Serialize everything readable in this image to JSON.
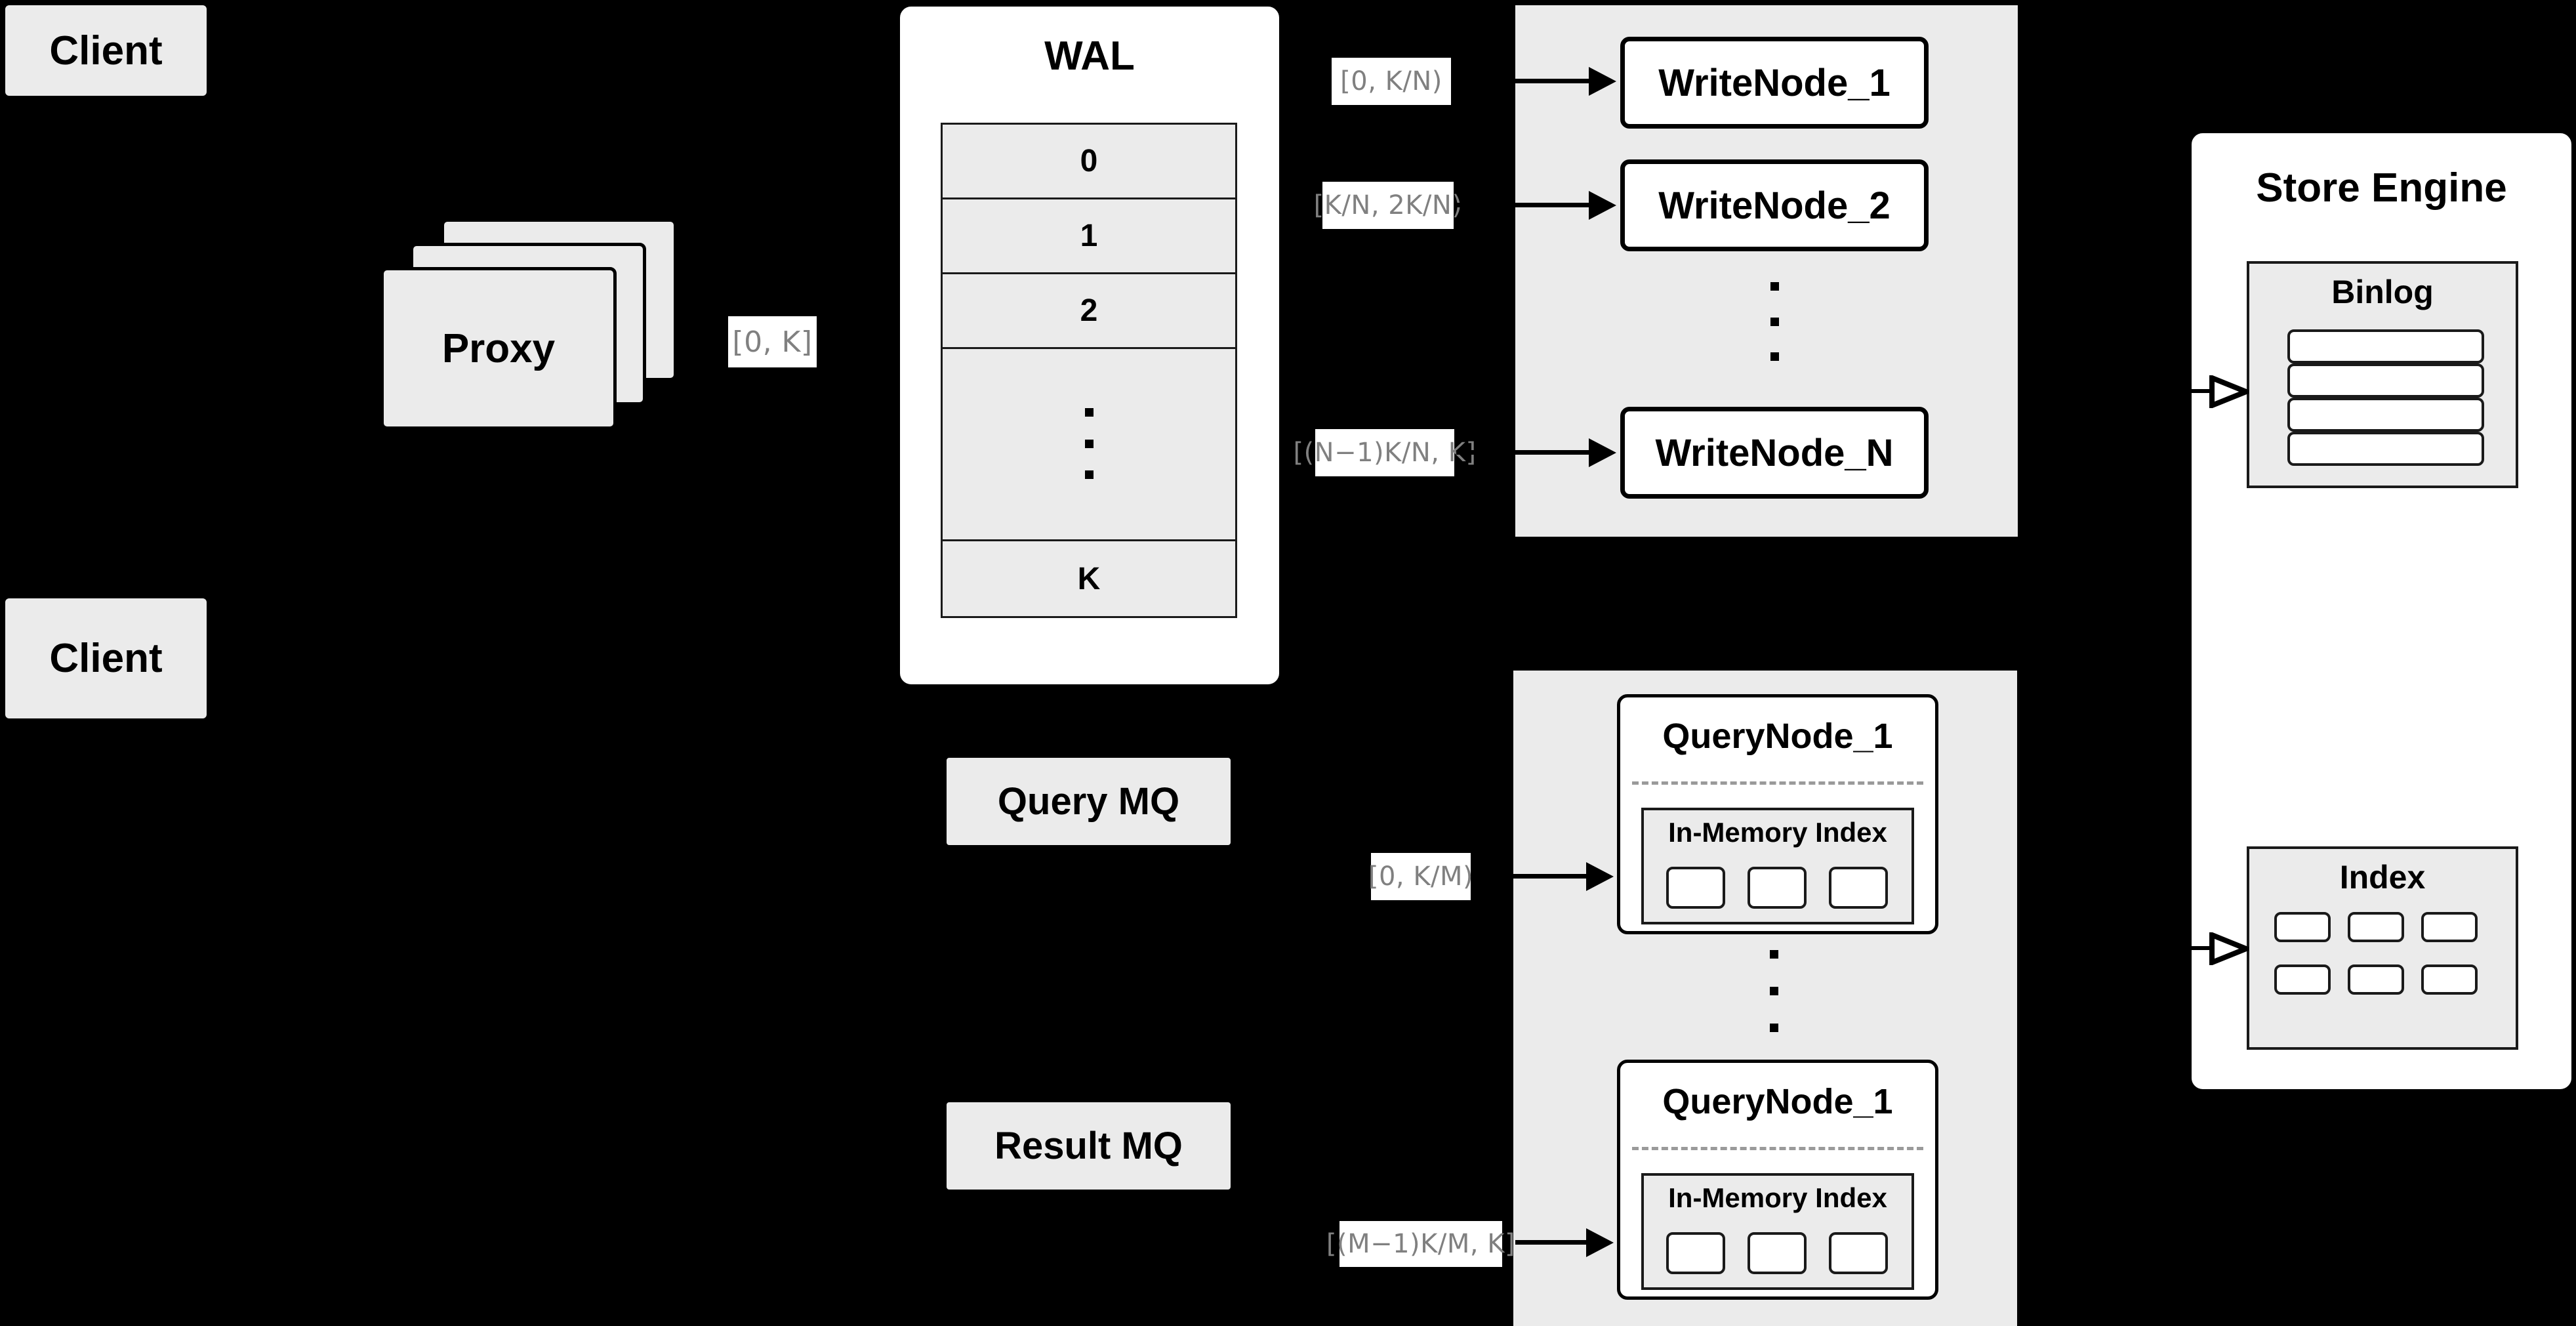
{
  "colors": {
    "background": "#000000",
    "card_fill": "#ebebeb",
    "panel_fill": "#ffffff",
    "stroke": "#000000",
    "label_text": "#808080",
    "label_bg": "#ffffff",
    "dashed_separator": "#9a9a9a"
  },
  "clients": [
    {
      "label": "Client"
    },
    {
      "label": "Client"
    }
  ],
  "proxy": {
    "label": "Proxy",
    "stack_count": 3,
    "output_interval": "[0, K]"
  },
  "wal": {
    "title": "WAL",
    "rows": [
      "0",
      "1",
      "2",
      "",
      "K"
    ],
    "ellipsis_row_index": 3,
    "ellipsis_dots": 3
  },
  "message_queues": [
    {
      "label": "Query MQ"
    },
    {
      "label": "Result MQ"
    }
  ],
  "write_group": {
    "nodes": [
      {
        "label": "WriteNode_1",
        "interval": "[0,  K/N)"
      },
      {
        "label": "WriteNode_2",
        "interval": "[K/N, 2K/N)"
      },
      {
        "label": "WriteNode_N",
        "interval": "[(N−1)K/N,  K]"
      }
    ],
    "ellipsis_dots": 3
  },
  "query_group": {
    "nodes": [
      {
        "label": "QueryNode_1",
        "interval": "[0, K/M)",
        "index": {
          "label": "In-Memory Index",
          "segments": [
            "",
            "",
            ""
          ]
        }
      },
      {
        "label": "QueryNode_1",
        "interval": "[(M−1)K/M, K]",
        "index": {
          "label": "In-Memory Index",
          "segments": [
            "",
            "",
            ""
          ]
        }
      }
    ],
    "ellipsis_dots": 3
  },
  "store_engine": {
    "title": "Store Engine",
    "binlog": {
      "title": "Binlog",
      "entries": [
        "",
        "",
        "",
        ""
      ]
    },
    "index": {
      "title": "Index",
      "cells": [
        "",
        "",
        "",
        "",
        "",
        ""
      ]
    }
  }
}
